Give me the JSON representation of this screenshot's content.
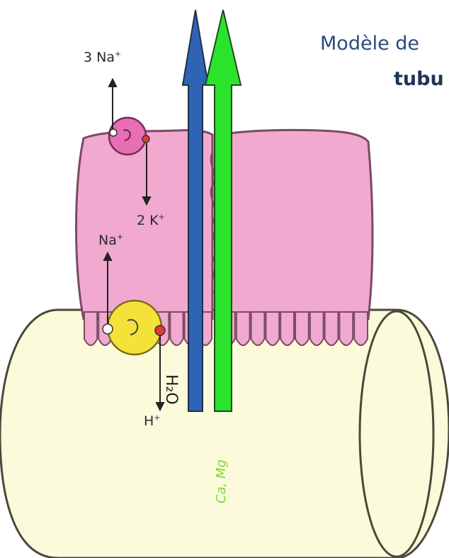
{
  "title": {
    "line1": "Modèle de",
    "line2": "tubu"
  },
  "ions": {
    "na_pump_out": {
      "text": "3 Na",
      "charge": "+"
    },
    "k_pump_in": {
      "text": "2 K",
      "charge": "+"
    },
    "na_exchanger": {
      "text": "Na",
      "charge": "+"
    },
    "h_exchanger": {
      "text": "H",
      "charge": "+"
    }
  },
  "flows": {
    "water": "H₂O",
    "cations": "Ca, Mg"
  },
  "colors": {
    "cell": "#f1a9cf",
    "cell_outline": "#7a4a63",
    "tubule": "#fbfbdc",
    "pump": "#e86fb4",
    "exchanger": "#f4e23a",
    "water_arrow": "#2f63b3",
    "cation_arrow": "#2ce32c"
  }
}
